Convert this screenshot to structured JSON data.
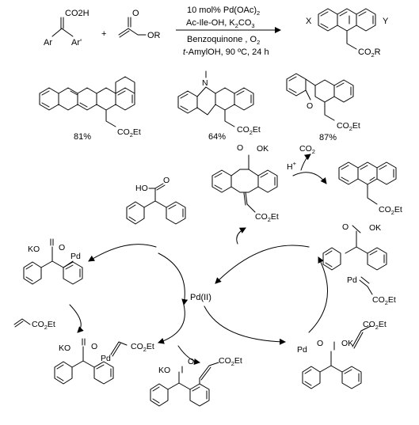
{
  "reaction": {
    "reactant1": {
      "acid_group": "CO2H",
      "aryl1": "Ar",
      "aryl2": "Ar'"
    },
    "plus": "+",
    "reactant2": {
      "ester_group": "OR"
    },
    "conditions": {
      "catalyst": "10 mol% Pd(OAc)",
      "catalyst_sub": "2",
      "ligand_base": "Ac-Ile-OH, K",
      "ligand_base_sub1": "2",
      "ligand_base_rest": "CO",
      "ligand_base_sub2": "3",
      "oxidant": "Benzoquinone , O",
      "oxidant_sub": "2",
      "solvent_italic": "t",
      "solvent_rest": "-AmylOH, 90 ºC, 24 h"
    },
    "product": {
      "sub_x": "X",
      "sub_y": "Y",
      "ester_pre": "CO",
      "ester_sub": "2",
      "ester_post": "R"
    }
  },
  "examples": [
    {
      "yield": "81%",
      "ester_pre": "CO",
      "ester_sub": "2",
      "ester_post": "Et"
    },
    {
      "yield": "64%",
      "ester_pre": "CO",
      "ester_sub": "2",
      "ester_post": "Et",
      "heteroatom": "N"
    },
    {
      "yield": "87%",
      "ester_pre": "CO",
      "ester_sub": "2",
      "ester_post": "Et",
      "heteroatom": "O"
    }
  ],
  "cycle": {
    "center": "Pd(II)",
    "acid": {
      "label": "HO",
      "o": "O"
    },
    "palladacycle": {
      "ko": "KO",
      "o": "O",
      "pd": "Pd"
    },
    "acrylate": {
      "pre": "CO",
      "sub": "2",
      "post": "Et"
    },
    "coordinated": {
      "ko": "KO",
      "o": "O",
      "pd": "Pd",
      "ester_pre": "CO",
      "ester_sub": "2",
      "ester_post": "Et"
    },
    "olefinated": {
      "ko": "KO",
      "o": "O",
      "ester_pre": "CO",
      "ester_sub": "2",
      "ester_post": "Et"
    },
    "insertion": {
      "pd": "Pd",
      "o": "O",
      "ok": "OK",
      "ester_pre": "CO",
      "ester_sub": "2",
      "ester_post": "Et"
    },
    "pd_bound": {
      "o": "O",
      "ok": "OK",
      "pd": "Pd",
      "ester_pre": "CO",
      "ester_sub": "2",
      "ester_post": "Et"
    },
    "dihydro": {
      "o": "O",
      "ok": "OK",
      "ester_pre": "CO",
      "ester_sub": "2",
      "ester_post": "Et"
    },
    "decarb": {
      "h": "H",
      "h_sup": "+",
      "co2_pre": "CO",
      "co2_sub": "2"
    },
    "final": {
      "ester_pre": "CO",
      "ester_sub": "2",
      "ester_post": "Et"
    }
  }
}
